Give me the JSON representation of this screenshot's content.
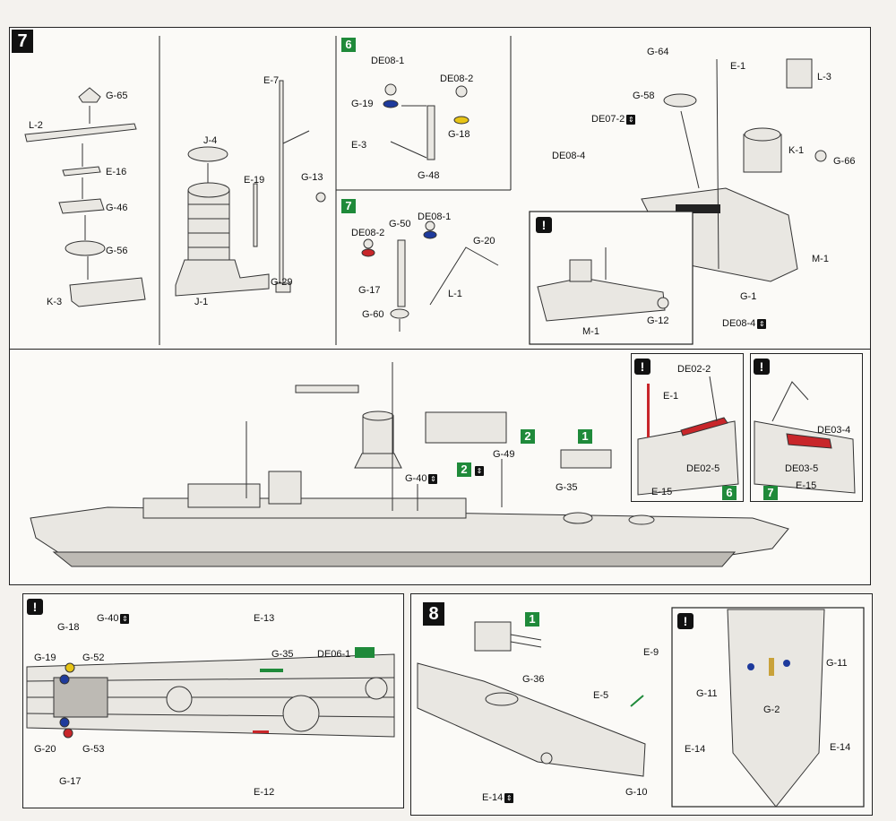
{
  "steps": {
    "step7": "7",
    "step8": "8"
  },
  "badges": {
    "six": "6",
    "seven": "7",
    "two": "2",
    "one": "1",
    "warn": "!"
  },
  "panelA": {
    "g65": "G-65",
    "l2": "L-2",
    "e16": "E-16",
    "g46": "G-46",
    "g56": "G-56",
    "k3": "K-3"
  },
  "panelB": {
    "e7": "E-7",
    "j4": "J-4",
    "e19": "E-19",
    "g13": "G-13",
    "j1": "J-1",
    "g29": "G-29"
  },
  "panelC6": {
    "de081": "DE08-1",
    "de082": "DE08-2",
    "g19": "G-19",
    "g18": "G-18",
    "e3": "E-3",
    "g48": "G-48"
  },
  "panelC7": {
    "g50": "G-50",
    "de081": "DE08-1",
    "de082": "DE08-2",
    "g20": "G-20",
    "g17": "G-17",
    "l1": "L-1",
    "g60": "G-60"
  },
  "panelD": {
    "g64": "G-64",
    "e1": "E-1",
    "l3": "L-3",
    "g58": "G-58",
    "de072": "DE07-2",
    "de084": "DE08-4",
    "k1": "K-1",
    "g66": "G-66",
    "m1": "M-1",
    "g1": "G-1",
    "de084b": "DE08-4",
    "m1b": "M-1",
    "g12": "G-12"
  },
  "ship": {
    "g40": "G-40",
    "g49": "G-49",
    "g35": "G-35"
  },
  "inset6": {
    "de022": "DE02-2",
    "e1": "E-1",
    "de025": "DE02-5",
    "e15": "E-15"
  },
  "inset7": {
    "de034": "DE03-4",
    "de035": "DE03-5",
    "e15": "E-15"
  },
  "deck": {
    "g18": "G-18",
    "g40": "G-40",
    "g19": "G-19",
    "g52": "G-52",
    "e13": "E-13",
    "g35": "G-35",
    "de061": "DE06-1",
    "g20": "G-20",
    "g53": "G-53",
    "g17": "G-17",
    "e12": "E-12"
  },
  "step8": {
    "g36": "G-36",
    "e9": "E-9",
    "e5": "E-5",
    "e14": "E-14",
    "g10": "G-10"
  },
  "hull": {
    "g11a": "G-11",
    "g11b": "G-11",
    "g2": "G-2",
    "e14a": "E-14",
    "e14b": "E-14"
  },
  "colors": {
    "green": "#1f8a3a",
    "pe": "#111111",
    "blue": "#1e3a9c",
    "red": "#c8262a",
    "yellow": "#e7c416"
  }
}
